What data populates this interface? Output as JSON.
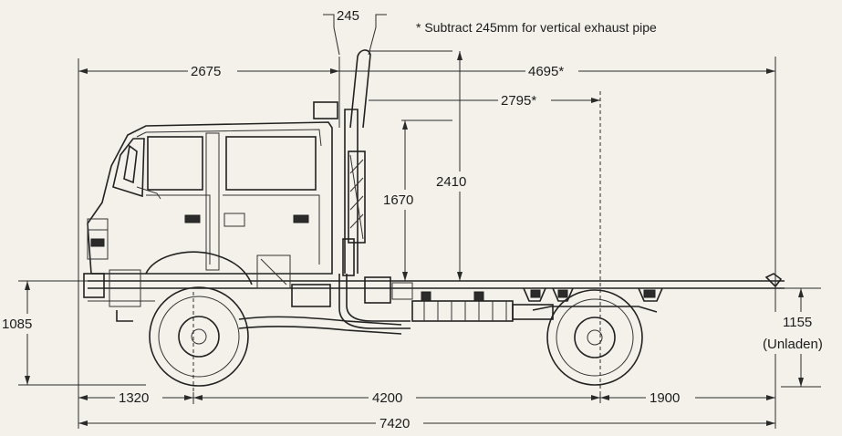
{
  "note": "* Subtract 245mm for vertical exhaust pipe",
  "dimensions": {
    "exhaust_width": "245",
    "cab_front_to_exhaust": "2675",
    "exhaust_to_rear": "4695*",
    "exhaust_to_rear_axle": "2795*",
    "height_above_frame": "2410",
    "cab_height_above_frame": "1670",
    "frame_height_front": "1085",
    "frame_height_rear": "1155",
    "frame_height_rear_note": "(Unladen)",
    "front_overhang": "1320",
    "wheelbase": "4200",
    "rear_overhang": "1900",
    "overall_length": "7420"
  }
}
